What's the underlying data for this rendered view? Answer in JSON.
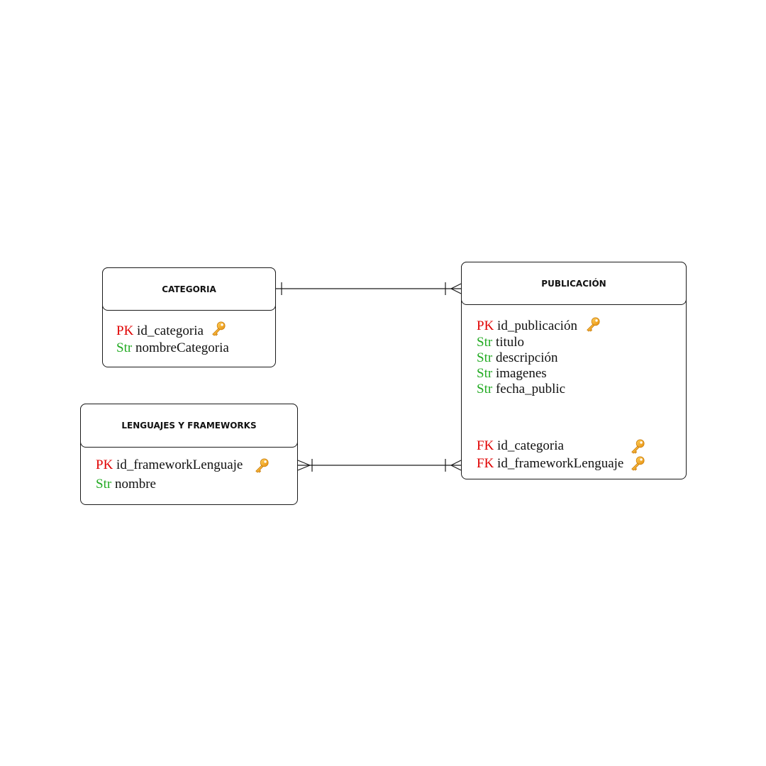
{
  "colors": {
    "pk": "#e00000",
    "fk": "#e00000",
    "str": "#22aa22",
    "key": "#f2a21b",
    "line": "#1a1a1a"
  },
  "entities": {
    "categoria": {
      "title": "CATEGORIA",
      "attrs": [
        {
          "tag": "PK",
          "name": "id_categoria",
          "key": true
        },
        {
          "tag": "Str",
          "name": "nombreCategoria",
          "key": false
        }
      ]
    },
    "lenguajes": {
      "title": "LENGUAJES Y FRAMEWORKS",
      "attrs": [
        {
          "tag": "PK",
          "name": "id_frameworkLenguaje",
          "key": true
        },
        {
          "tag": "Str",
          "name": "nombre",
          "key": false
        }
      ]
    },
    "publicacion": {
      "title": "PUBLICACIÓN",
      "attrs": [
        {
          "tag": "PK",
          "name": "id_publicación",
          "key": true
        },
        {
          "tag": "Str",
          "name": "titulo",
          "key": false
        },
        {
          "tag": "Str",
          "name": "descripción",
          "key": false
        },
        {
          "tag": "Str",
          "name": "imagenes",
          "key": false
        },
        {
          "tag": "Str",
          "name": "fecha_public",
          "key": false
        },
        {
          "tag": "FK",
          "name": "id_categoria",
          "key": true
        },
        {
          "tag": "FK",
          "name": "id_frameworkLenguaje",
          "key": true
        }
      ]
    }
  },
  "relationships": [
    {
      "from": "CATEGORIA",
      "to": "PUBLICACIÓN",
      "from_end": "one",
      "to_end": "one-or-many"
    },
    {
      "from": "LENGUAJES Y FRAMEWORKS",
      "to": "PUBLICACIÓN",
      "from_end": "one-or-many",
      "to_end": "one-or-many"
    }
  ]
}
